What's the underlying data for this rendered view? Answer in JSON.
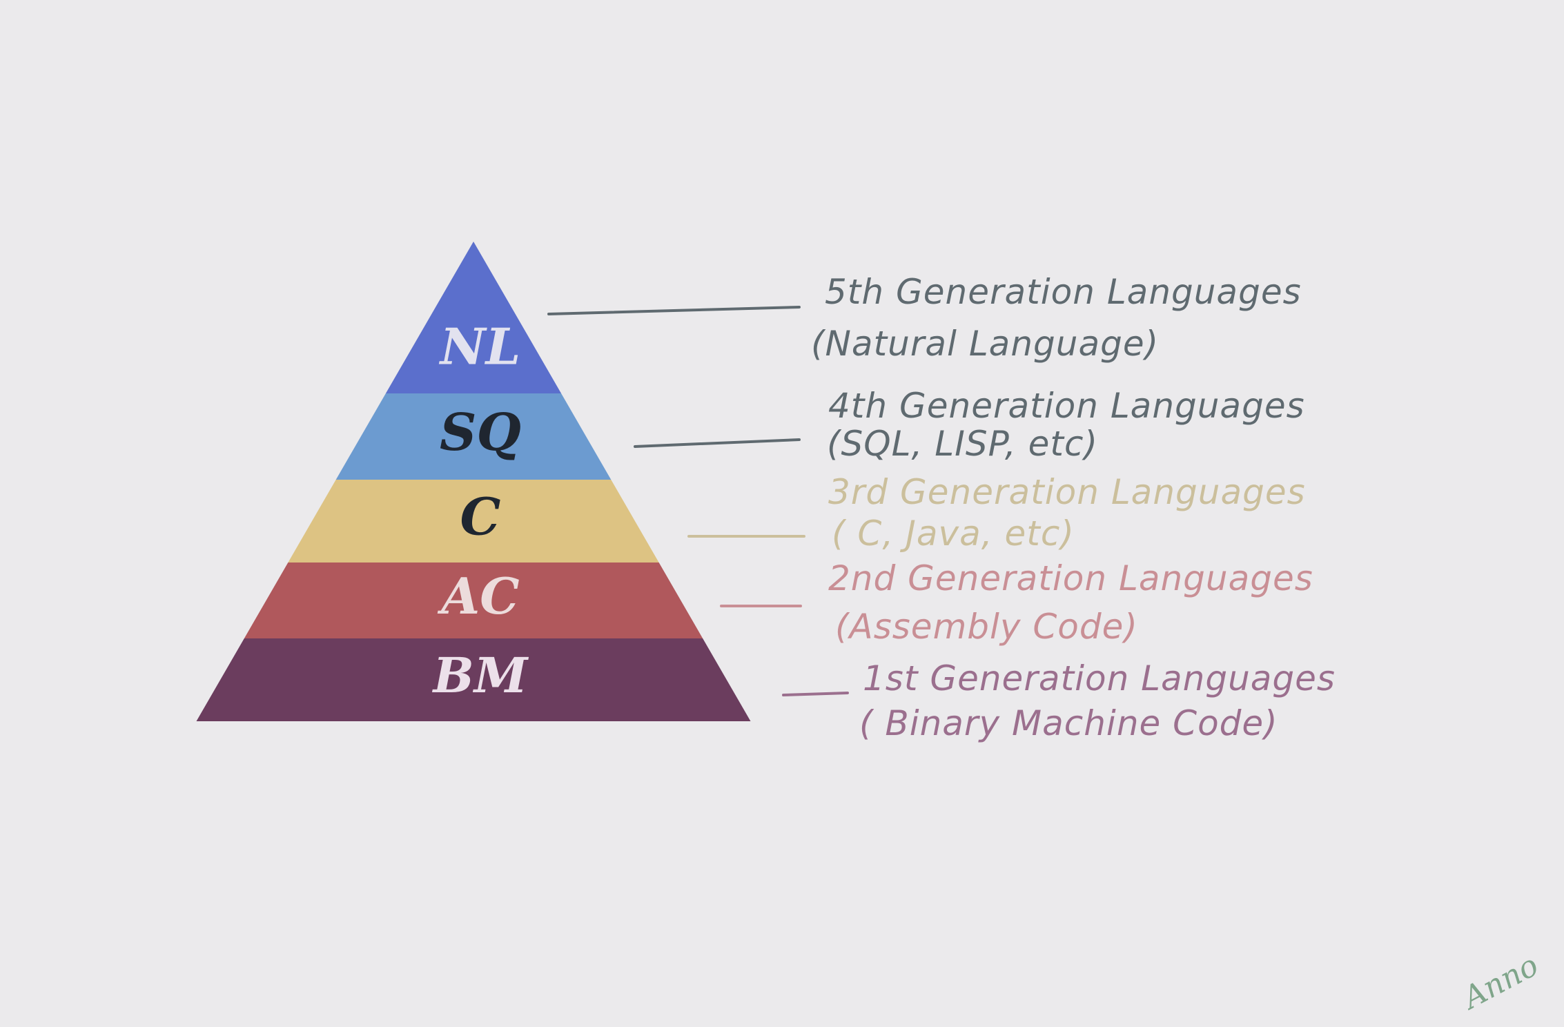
{
  "diagram": {
    "layers": [
      {
        "abbrev": "NL",
        "color": "#5b6fcc",
        "text_color": "#e2e2ef",
        "line1": "5th Generation Languages",
        "line2": "(Natural Language)",
        "label_color": "#5f6a70"
      },
      {
        "abbrev": "SQ",
        "color": "#6c9bd0",
        "text_color": "#1f2630",
        "line1": "4th Generation Languages",
        "line2": "(SQL, LISP, etc)",
        "label_color": "#5f6a70"
      },
      {
        "abbrev": "C",
        "color": "#ddc383",
        "text_color": "#1f2630",
        "line1": "3rd Generation Languages",
        "line2": "( C, Java, etc)",
        "label_color": "#cbbf9c"
      },
      {
        "abbrev": "AC",
        "color": "#b0585c",
        "text_color": "#ecdcdc",
        "line1": "2nd Generation Languages",
        "line2": "(Assembly Code)",
        "label_color": "#c98f95"
      },
      {
        "abbrev": "BM",
        "color": "#6b3d5e",
        "text_color": "#ece0ea",
        "line1": "1st Generation Languages",
        "line2": "( Binary Machine Code)",
        "label_color": "#9b6f8e"
      }
    ]
  },
  "signature": {
    "text": "Anno",
    "color": "#7fa58a"
  }
}
